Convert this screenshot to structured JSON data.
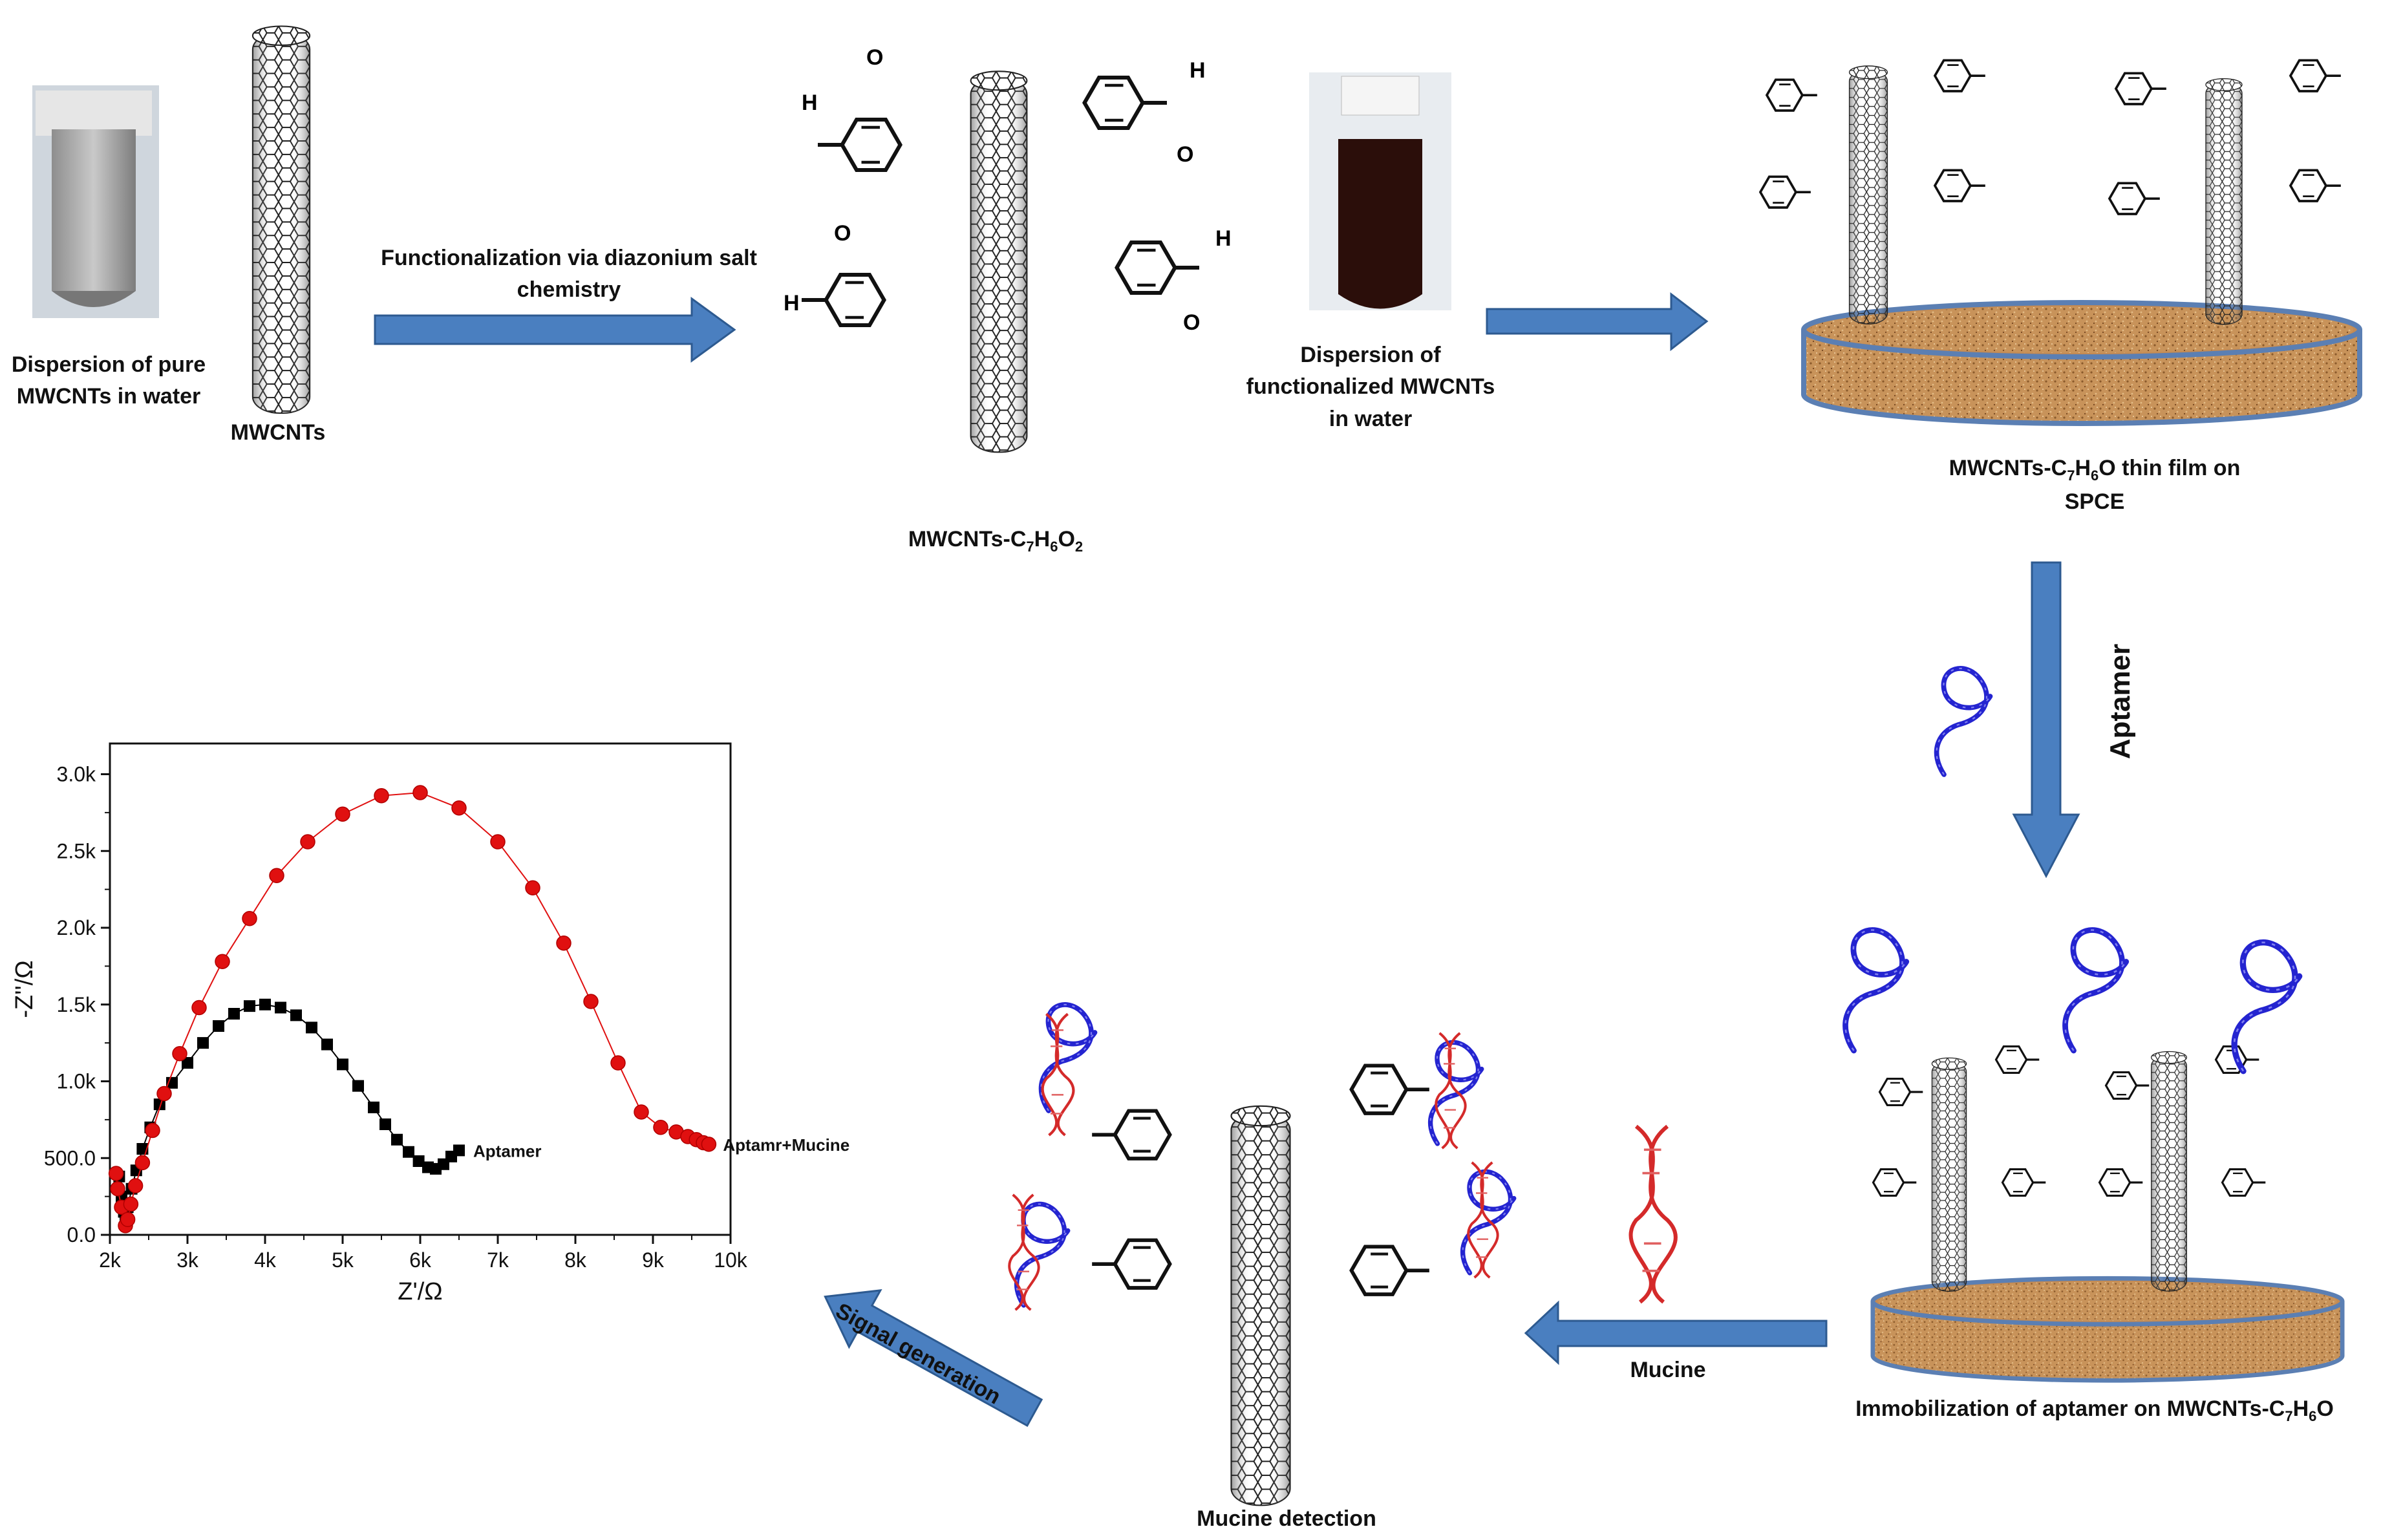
{
  "labels": {
    "pure_dispersion": [
      "Dispersion of pure",
      "MWCNTs in water"
    ],
    "mwcnts": "MWCNTs",
    "functionalization_step": [
      "Functionalization via diazonium salt",
      "chemistry"
    ],
    "product1_prefix": "MWCNTs-C",
    "product1_sub1": "7",
    "product1_mid": "H",
    "product1_sub2": "6",
    "product1_mid2": "O",
    "product1_sub3": "2",
    "func_dispersion": [
      "Dispersion of",
      "functionalized MWCNTs",
      "in water"
    ],
    "thin_film_prefix": "MWCNTs-C",
    "thin_film_sub1": "7",
    "thin_film_mid": "H",
    "thin_film_sub2": "6",
    "thin_film_suffix": "O thin film on",
    "thin_film_line2": "SPCE",
    "aptamer_step": "Aptamer",
    "immobilization_prefix": "Immobilization of aptamer on  MWCNTs-C",
    "immobilization_sub1": "7",
    "immobilization_mid": "H",
    "immobilization_sub2": "6",
    "immobilization_suffix": "O",
    "mucine_step": "Mucine",
    "mucine_detection": "Mucine detection",
    "signal_generation": "Signal generation"
  },
  "atoms": {
    "hydrogen": "H",
    "oxygen": "O"
  },
  "colors": {
    "arrow_fill": "#4a7fc0",
    "arrow_stroke": "#2d5a90",
    "electrode_fill": "#c8935a",
    "electrode_rim": "#5b7fb3",
    "aptamer": "#2424d0",
    "mucine": "#d42a2a",
    "series_aptamer": "#000000",
    "series_mucine": "#e01010"
  },
  "chart_data": {
    "type": "scatter",
    "xlabel": "Z'/Ω",
    "ylabel": "-Z''/Ω",
    "xlim": [
      2000,
      10000
    ],
    "ylim": [
      0,
      3200
    ],
    "x_ticks": [
      "2k",
      "3k",
      "4k",
      "5k",
      "6k",
      "7k",
      "8k",
      "9k",
      "10k"
    ],
    "y_ticks": [
      "0.0",
      "500.0",
      "1.0k",
      "1.5k",
      "2.0k",
      "2.5k",
      "3.0k"
    ],
    "grid": false,
    "series": [
      {
        "name": "Aptamer",
        "marker": "square",
        "points": [
          [
            2120,
            380
          ],
          [
            2150,
            250
          ],
          [
            2180,
            150
          ],
          [
            2200,
            110
          ],
          [
            2230,
            180
          ],
          [
            2280,
            300
          ],
          [
            2340,
            420
          ],
          [
            2420,
            560
          ],
          [
            2520,
            700
          ],
          [
            2640,
            850
          ],
          [
            2800,
            990
          ],
          [
            3000,
            1120
          ],
          [
            3200,
            1250
          ],
          [
            3400,
            1360
          ],
          [
            3600,
            1440
          ],
          [
            3800,
            1490
          ],
          [
            4000,
            1500
          ],
          [
            4200,
            1480
          ],
          [
            4400,
            1430
          ],
          [
            4600,
            1350
          ],
          [
            4800,
            1240
          ],
          [
            5000,
            1110
          ],
          [
            5200,
            970
          ],
          [
            5400,
            830
          ],
          [
            5550,
            720
          ],
          [
            5700,
            620
          ],
          [
            5850,
            540
          ],
          [
            5980,
            480
          ],
          [
            6100,
            440
          ],
          [
            6200,
            430
          ],
          [
            6300,
            460
          ],
          [
            6400,
            510
          ],
          [
            6500,
            550
          ]
        ]
      },
      {
        "name": "Aptamr+Mucine",
        "marker": "circle",
        "points": [
          [
            2080,
            400
          ],
          [
            2100,
            300
          ],
          [
            2150,
            180
          ],
          [
            2200,
            60
          ],
          [
            2230,
            100
          ],
          [
            2270,
            200
          ],
          [
            2330,
            320
          ],
          [
            2420,
            470
          ],
          [
            2550,
            680
          ],
          [
            2700,
            920
          ],
          [
            2900,
            1180
          ],
          [
            3150,
            1480
          ],
          [
            3450,
            1780
          ],
          [
            3800,
            2060
          ],
          [
            4150,
            2340
          ],
          [
            4550,
            2560
          ],
          [
            5000,
            2740
          ],
          [
            5500,
            2860
          ],
          [
            6000,
            2880
          ],
          [
            6500,
            2780
          ],
          [
            7000,
            2560
          ],
          [
            7450,
            2260
          ],
          [
            7850,
            1900
          ],
          [
            8200,
            1520
          ],
          [
            8550,
            1120
          ],
          [
            8850,
            800
          ],
          [
            9100,
            700
          ],
          [
            9300,
            670
          ],
          [
            9450,
            640
          ],
          [
            9560,
            620
          ],
          [
            9650,
            600
          ],
          [
            9720,
            590
          ]
        ]
      }
    ]
  }
}
